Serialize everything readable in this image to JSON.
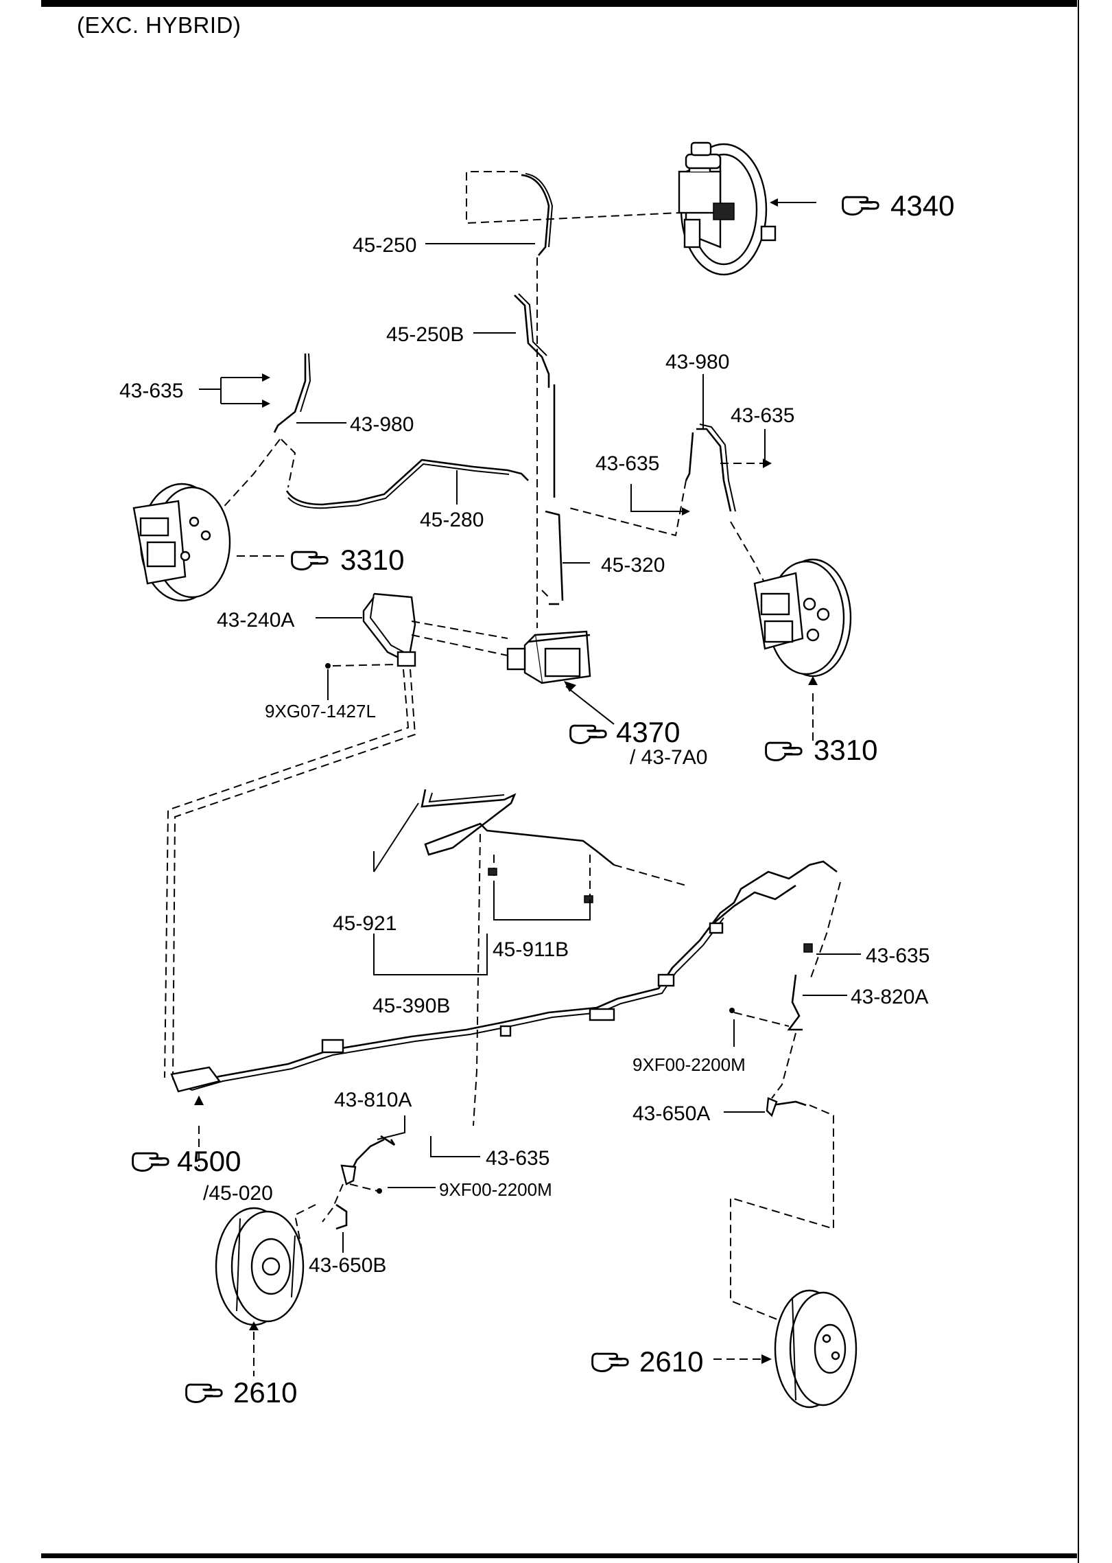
{
  "header": {
    "title": "(EXC. HYBRID)"
  },
  "labels": {
    "l_45_250": "45-250",
    "l_45_250b": "45-250B",
    "l_43_635_a": "43-635",
    "l_43_980_a": "43-980",
    "l_43_980_b": "43-980",
    "l_43_635_b": "43-635",
    "l_43_635_c": "43-635",
    "l_45_280": "45-280",
    "l_45_320": "45-320",
    "l_43_240a": "43-240A",
    "l_9xg07": "9XG07-1427L",
    "l_43_7a0": "/ 43-7A0",
    "l_45_921": "45-921",
    "l_45_911b": "45-911B",
    "l_45_390b": "45-390B",
    "l_43_635_d": "43-635",
    "l_43_820a": "43-820A",
    "l_9xf00_a": "9XF00-2200M",
    "l_43_650a": "43-650A",
    "l_43_810a": "43-810A",
    "l_43_635_e": "43-635",
    "l_9xf00_b": "9XF00-2200M",
    "l_45_020": "/45-020",
    "l_43_650b": "43-650B"
  },
  "references": {
    "r_4340": "4340",
    "r_3310_left": "3310",
    "r_3310_right": "3310",
    "r_4370": "4370",
    "r_4500": "4500",
    "r_2610_left": "2610",
    "r_2610_right": "2610"
  }
}
